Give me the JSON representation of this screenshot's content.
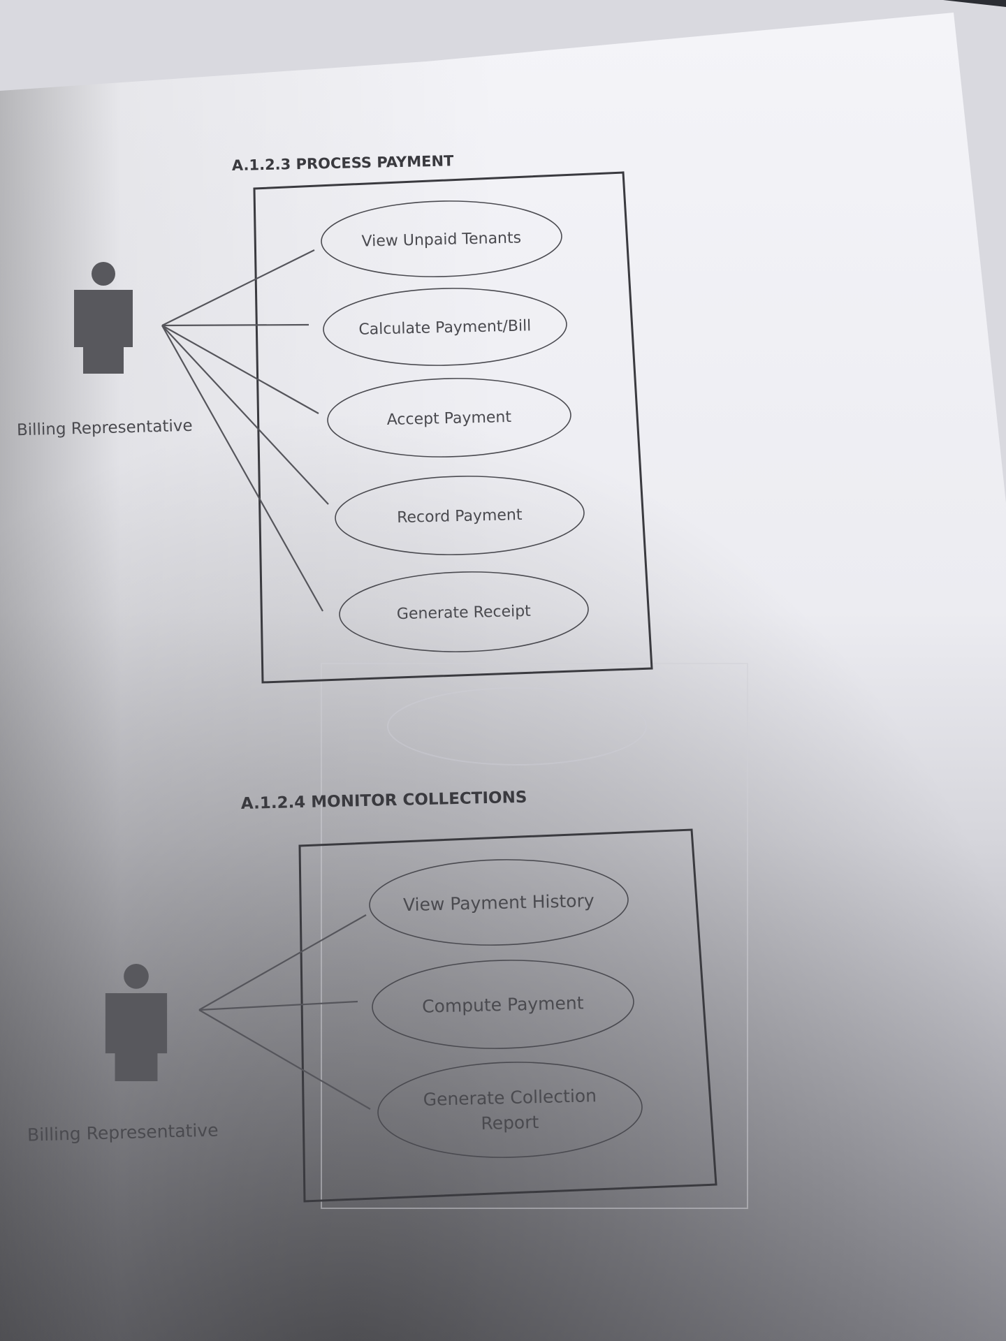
{
  "sections": [
    {
      "title": "A.1.2.3 PROCESS PAYMENT",
      "actor": "Billing Representative",
      "use_cases": [
        "View Unpaid Tenants",
        "Calculate Payment/Bill",
        "Accept Payment",
        "Record Payment",
        "Generate Receipt"
      ]
    },
    {
      "title": "A.1.2.4 MONITOR COLLECTIONS",
      "actor": "Billing Representative",
      "use_cases": [
        [
          "View Payment History"
        ],
        [
          "Compute Payment"
        ],
        [
          "Generate Collection",
          "Report"
        ]
      ]
    }
  ],
  "colors": {
    "paper": "#eeeef3",
    "shadow": "#9a9aa2",
    "ink": "#3a3a3f",
    "actor": "#58585d",
    "binder": "#2b2d33"
  }
}
